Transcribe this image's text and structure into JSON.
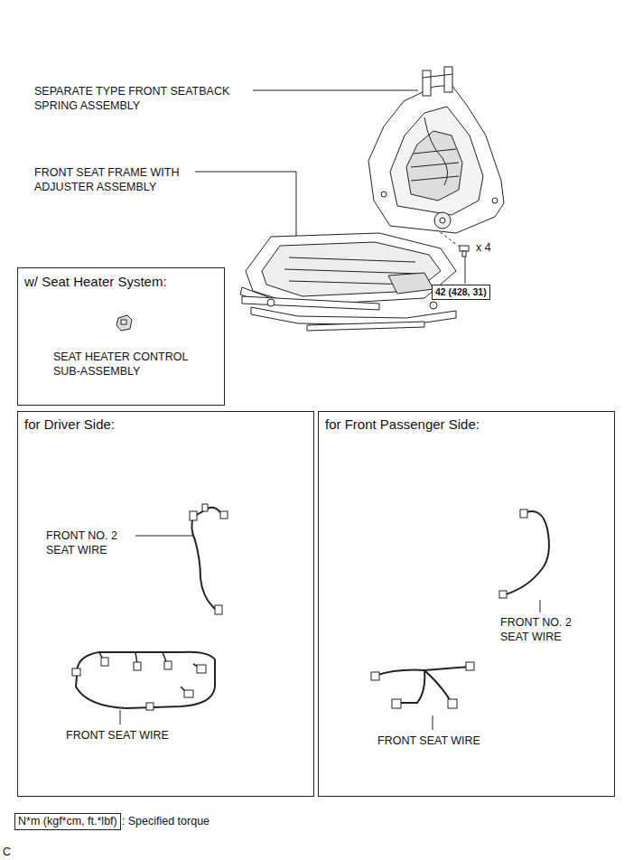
{
  "diagram": {
    "nodes": [
      {
        "text": [
          "w/ Seat Heater System:",
          "SEAT HEATER CONTROL SUB-ASSEMBLY"
        ]
      },
      {
        "text": [
          "for Driver Side:",
          "FRONT NO. 2 SEAT WIRE",
          "FRONT SEAT WIRE"
        ]
      },
      {
        "text": [
          "for Front Passenger Side:",
          "FRONT NO. 2 SEAT WIRE",
          "FRONT SEAT WIRE"
        ]
      },
      {
        "text": [
          "42 (428, 31)"
        ]
      },
      {
        "text": [
          "N*m (kgf*cm, ft.*lbf)"
        ]
      }
    ],
    "labels": [
      "SEPARATE TYPE FRONT SEATBACK SPRING ASSEMBLY",
      "FRONT SEAT FRAME WITH ADJUSTER ASSEMBLY",
      "x 4",
      ": Specified torque",
      "C"
    ]
  }
}
